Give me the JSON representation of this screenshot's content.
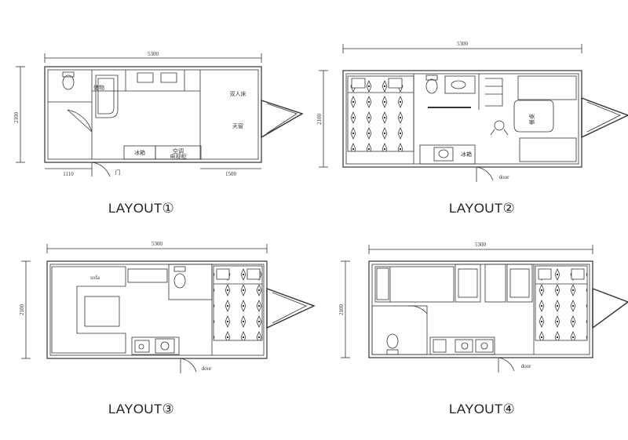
{
  "layouts": [
    {
      "caption": "LAYOUT①",
      "length_dim": "5300",
      "width_dim": "2100",
      "bottom_dims": [
        "1110",
        "1500"
      ],
      "labels": {
        "bed": "双人床",
        "sky": "天窗",
        "fridge": "冰箱",
        "ac_tv": "空调",
        "ac_tv2": "电视柜",
        "door": "门",
        "small": "储物"
      }
    },
    {
      "caption": "LAYOUT②",
      "length_dim": "5300",
      "width_dim": "2100",
      "labels": {
        "table": "餐桌",
        "fridge": "冰箱",
        "door": "door"
      }
    },
    {
      "caption": "LAYOUT③",
      "length_dim": "5300",
      "width_dim": "2100",
      "labels": {
        "sofa": "sofa",
        "door": "door"
      }
    },
    {
      "caption": "LAYOUT④",
      "length_dim": "5300",
      "width_dim": "2100",
      "labels": {
        "door": "door"
      }
    }
  ]
}
